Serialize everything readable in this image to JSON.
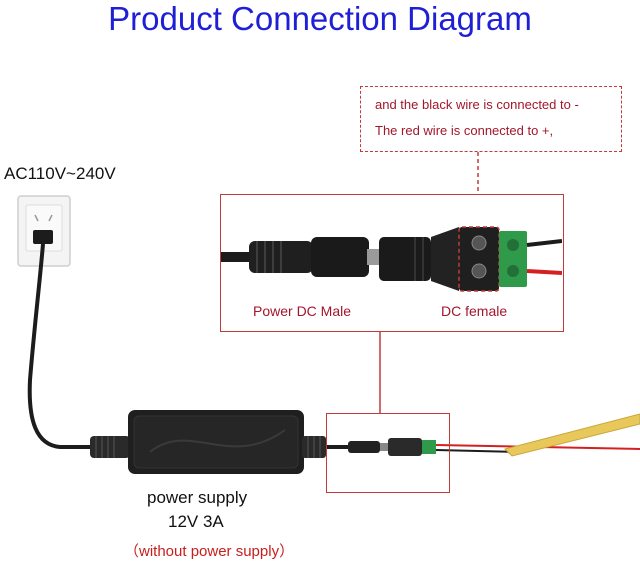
{
  "title": "Product Connection Diagram",
  "note": {
    "line1": "and the black wire is connected to -",
    "line2": "The red wire is connected to +,"
  },
  "input_voltage": "AC110V~240V",
  "connectors": {
    "male_label": "Power DC Male",
    "female_label": "DC female"
  },
  "power_supply": {
    "name": "power supply",
    "rating": "12V 3A",
    "note": "（without power supply）"
  },
  "colors": {
    "title": "#1f1fd6",
    "accent_red": "#c23b3b",
    "note_text": "#a3162b",
    "terminal_green": "#2e9a4a",
    "led_strip": "#e8c85a"
  },
  "icons": [
    "wall-outlet-icon",
    "power-adapter-icon",
    "dc-male-plug-icon",
    "dc-female-socket-icon",
    "terminal-block-icon",
    "led-strip-icon"
  ]
}
